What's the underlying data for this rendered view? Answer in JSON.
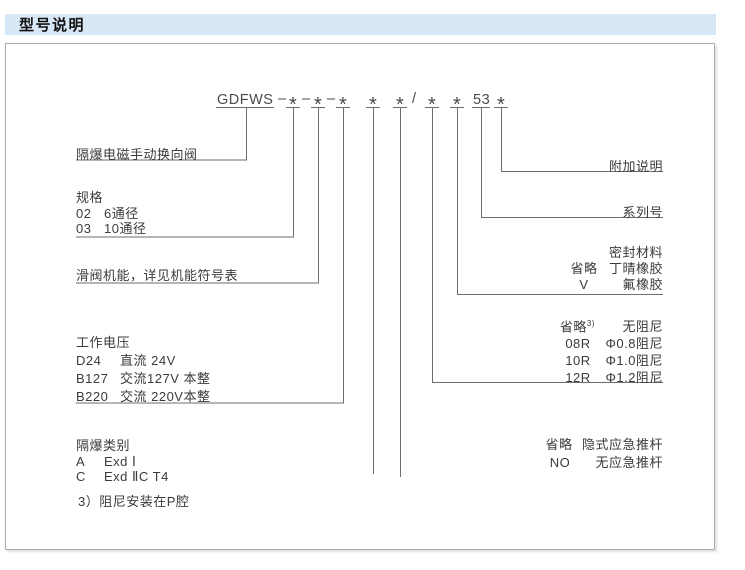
{
  "header": {
    "title": "型号说明"
  },
  "model_code": {
    "tokens": [
      "GDFWS",
      "–",
      "*",
      "–",
      "*",
      "–",
      "*",
      "*",
      "*",
      "/",
      "*",
      "*",
      "53",
      "*"
    ]
  },
  "left": {
    "valve_label": "隔爆电磁手动换向阀",
    "spec": {
      "title": "规格",
      "rows": [
        {
          "code": "02",
          "desc": "6通径"
        },
        {
          "code": "03",
          "desc": "10通径"
        }
      ]
    },
    "spool_label": "滑阀机能，详见机能符号表",
    "voltage": {
      "title": "工作电压",
      "rows": [
        {
          "code": "D24",
          "desc": "直流 24V"
        },
        {
          "code": "B127",
          "desc": "交流127V 本整"
        },
        {
          "code": "B220",
          "desc": "交流 220V本整"
        }
      ]
    },
    "exproof": {
      "title": "隔爆类别",
      "rows": [
        {
          "code": "A",
          "desc": "Exd Ⅰ"
        },
        {
          "code": "C",
          "desc": "Exd ⅡC T4"
        }
      ]
    },
    "footnote": "3）阻尼安装在P腔"
  },
  "right": {
    "addendum_label": "附加说明",
    "series_label": "系列号",
    "seal": {
      "title": "密封材料",
      "rows": [
        {
          "code": "省略",
          "desc": "丁晴橡胶"
        },
        {
          "code": "V",
          "desc": "氟橡胶"
        }
      ]
    },
    "damping": {
      "rows": [
        {
          "code": "省略",
          "sup": "3)",
          "desc": "无阻尼"
        },
        {
          "code": "08R",
          "sup": "",
          "desc": "Φ0.8阻尼"
        },
        {
          "code": "10R",
          "sup": "",
          "desc": "Φ1.0阻尼"
        },
        {
          "code": "12R",
          "sup": "",
          "desc": "Φ1.2阻尼"
        }
      ]
    },
    "rod": {
      "rows": [
        {
          "code": "省略",
          "desc": "隐式应急推杆"
        },
        {
          "code": "NO",
          "desc": "无应急推杆"
        }
      ]
    }
  },
  "colors": {
    "header_bg": "#d8e7f5",
    "line": "#6e6e6e",
    "text": "#3b3b3b"
  }
}
